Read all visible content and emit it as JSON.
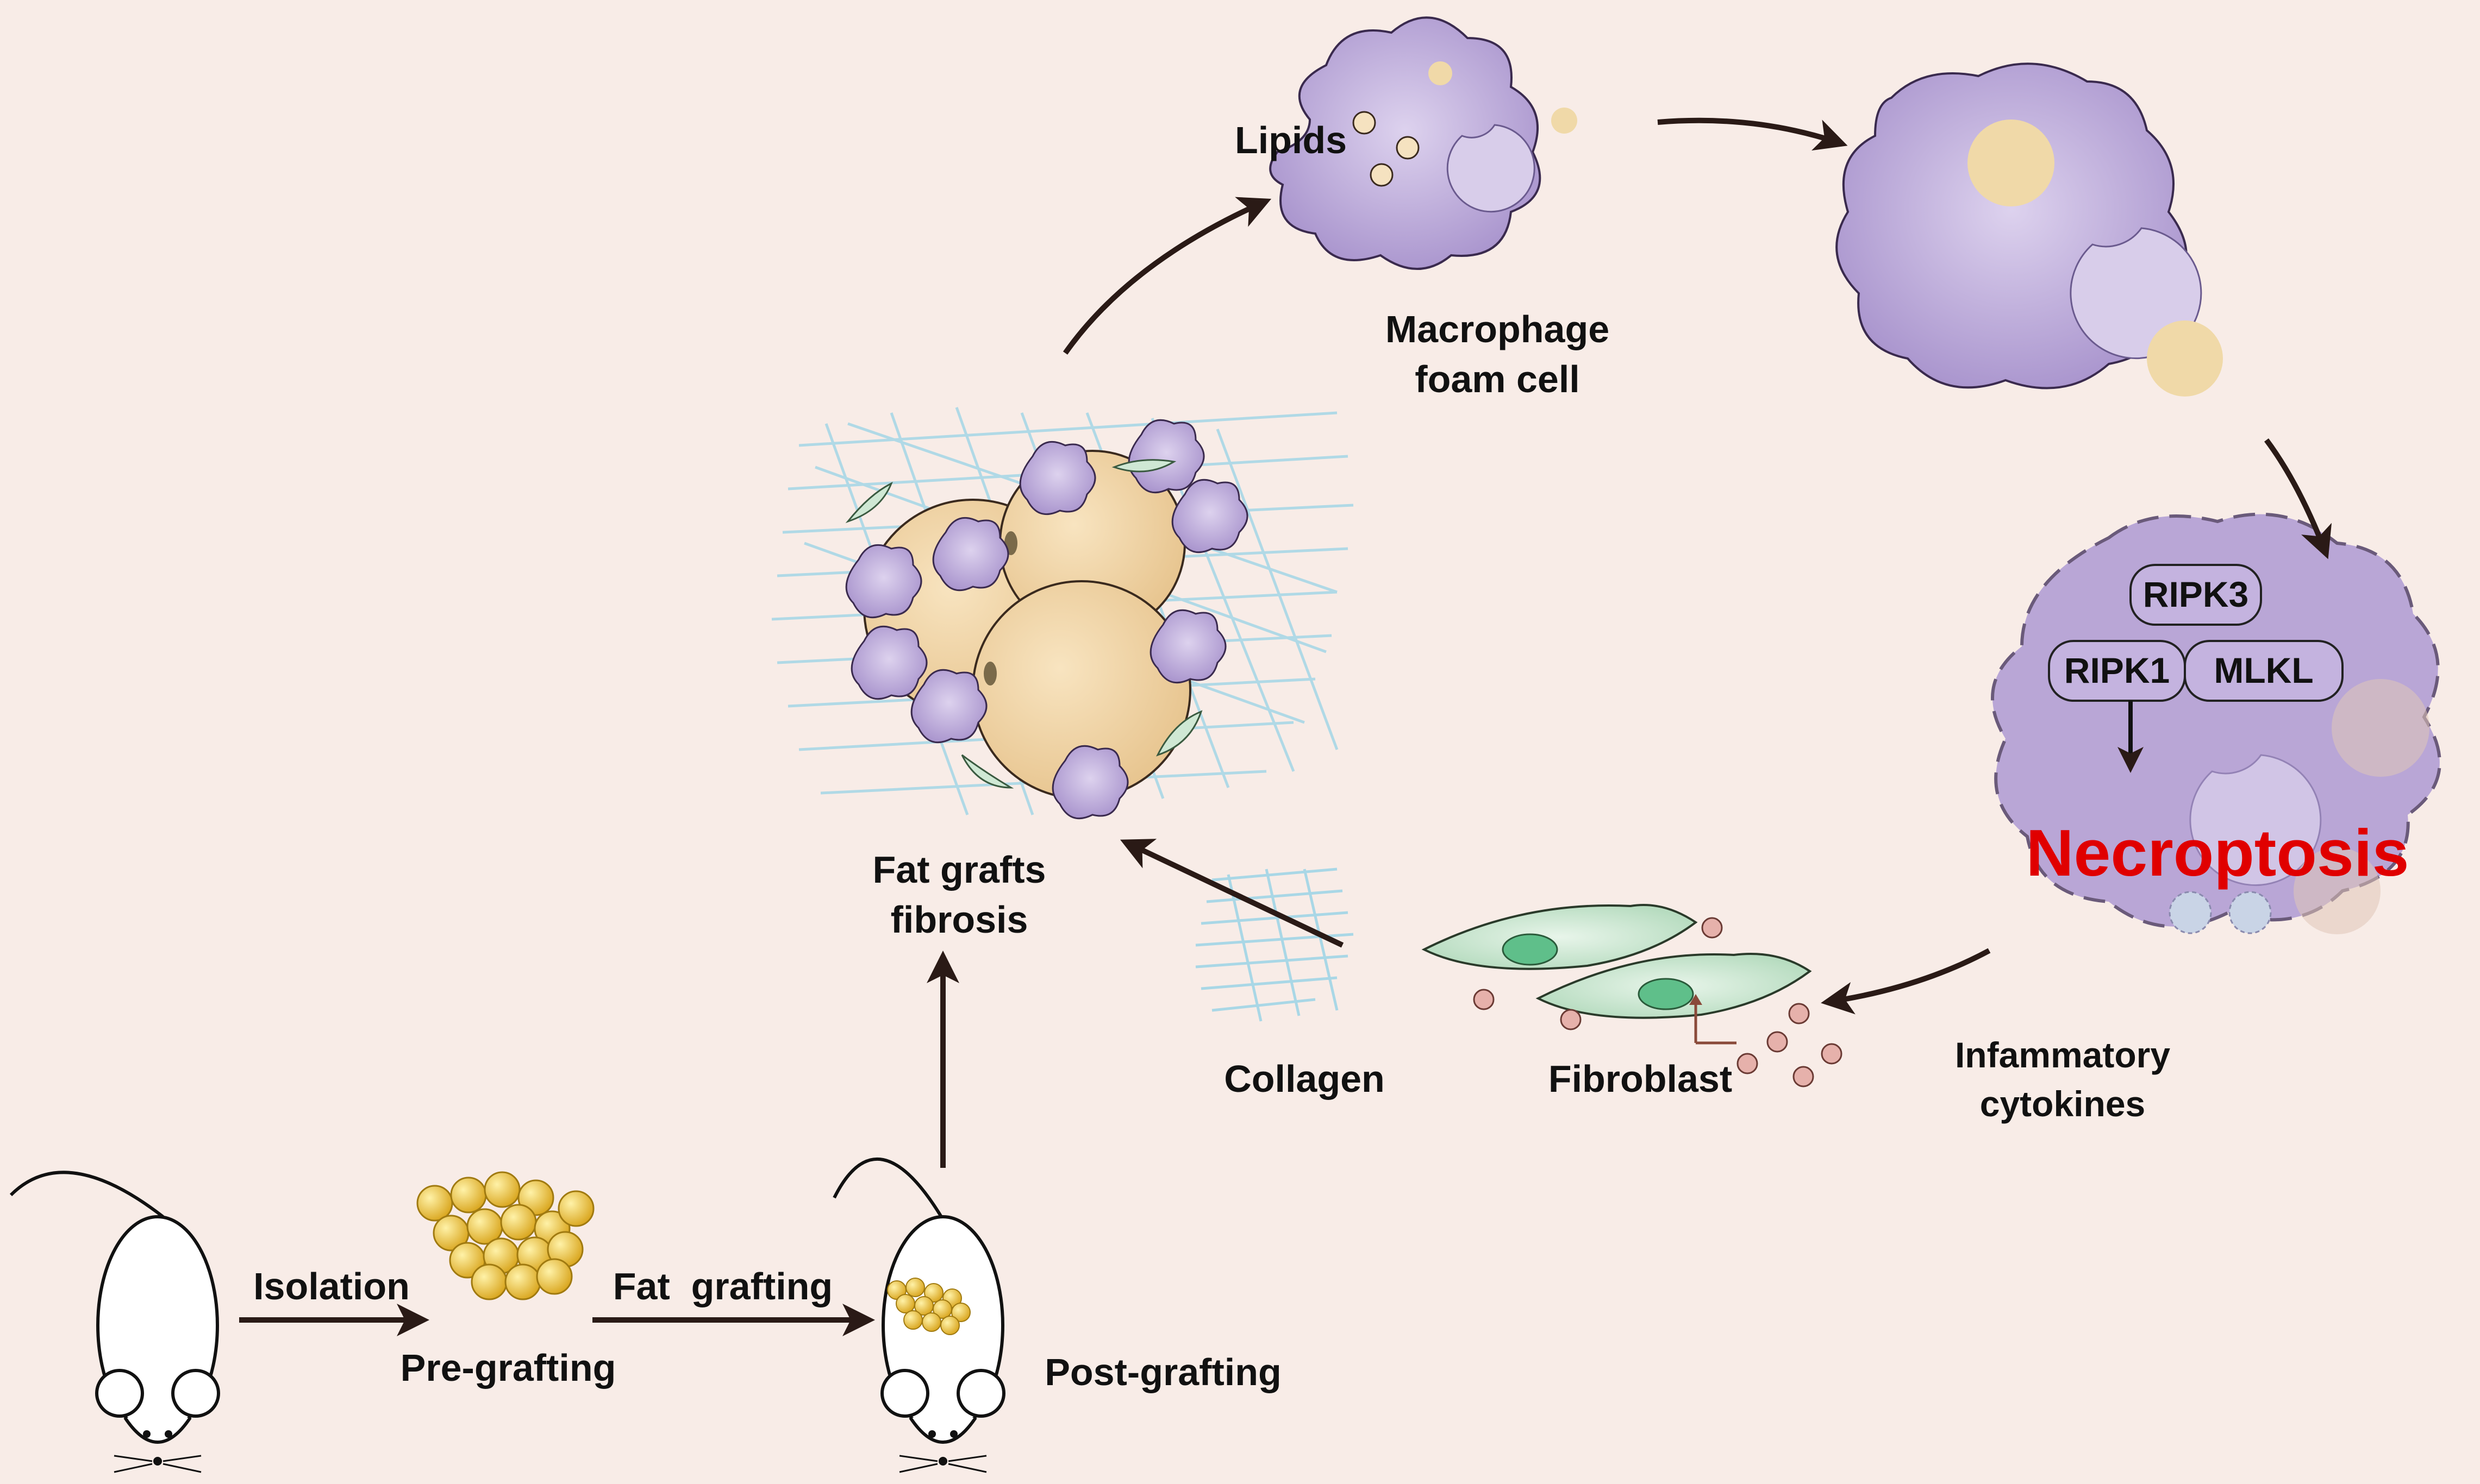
{
  "labels": {
    "lipids": "Lipids",
    "macrophage_line1": "Macrophage",
    "macrophage_line2": "foam cell",
    "ripk3": "RIPK3",
    "ripk1": "RIPK1",
    "mlkl": "MLKL",
    "necroptosis": "Necroptosis",
    "inflammatory_line1": "Infammatory",
    "inflammatory_line2": "cytokines",
    "fibroblast": "Fibroblast",
    "collagen": "Collagen",
    "fat_grafts_line1": "Fat grafts",
    "fat_grafts_line2": "fibrosis",
    "isolation": "Isolation",
    "pre_grafting": "Pre-grafting",
    "fat_grafting": "Fat  grafting",
    "post_grafting": "Post-grafting"
  },
  "colors": {
    "background": "#f8ece7",
    "macrophage": "#b9a6d6",
    "nucleus": "#d8cdea",
    "lipid": "#f0d9a8",
    "fat_cell": "#f2d6a6",
    "fibroblast": "#cfe8d4",
    "fibroblast_nucleus": "#5fbf8a",
    "collagen": "#a9d7e6",
    "cytokine": "#e6b1ab",
    "necroptosis_text": "#e00000",
    "arrow": "#2a1a16",
    "fat_pellet": "#e8c032"
  }
}
